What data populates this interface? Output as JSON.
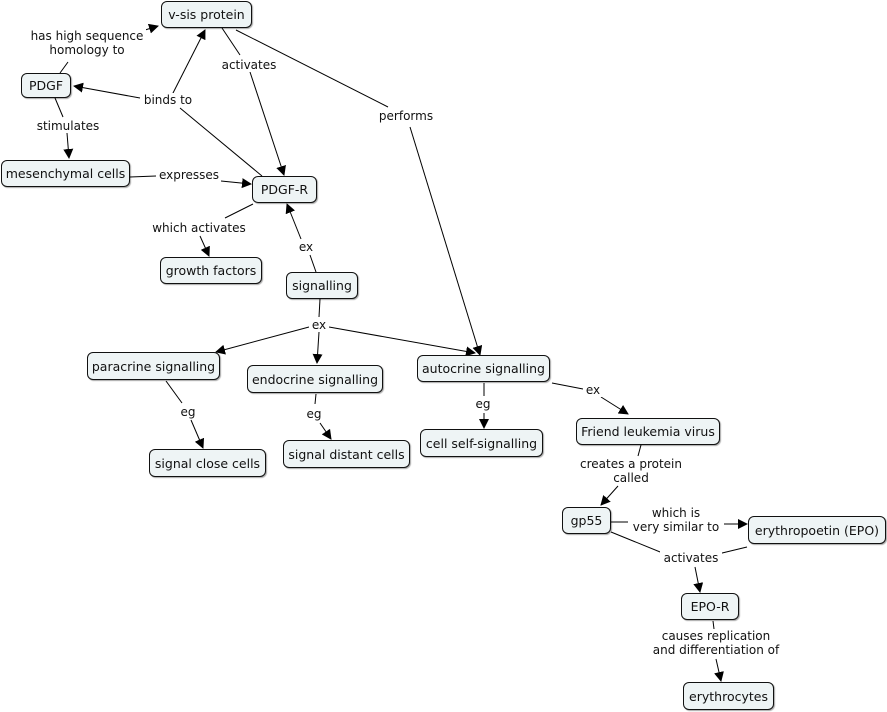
{
  "nodes": {
    "vsis": "v-sis protein",
    "pdgf": "PDGF",
    "mesenchymal": "mesenchymal cells",
    "pdgfr": "PDGF-R",
    "growth": "growth factors",
    "signalling": "signalling",
    "paracrine": "paracrine signalling",
    "endocrine": "endocrine signalling",
    "autocrine": "autocrine signalling",
    "close": "signal close cells",
    "distant": "signal distant cells",
    "self": "cell self-signalling",
    "friend": "Friend leukemia virus",
    "gp55": "gp55",
    "epo": "erythropoetin (EPO)",
    "epor": "EPO-R",
    "erythrocytes": "erythrocytes"
  },
  "links": {
    "homology": "has high sequence\nhomology to",
    "binds_to": "binds to",
    "activates_top": "activates",
    "performs": "performs",
    "stimulates": "stimulates",
    "expresses": "expresses",
    "which_activates": "which activates",
    "ex_pdgfr": "ex",
    "ex_signalling": "ex",
    "eg_paracrine": "eg",
    "eg_endocrine": "eg",
    "eg_autocrine": "eg",
    "ex_autocrine": "ex",
    "creates": "creates a protein\ncalled",
    "similar": "which is\nvery similar to",
    "activates_gp55": "activates",
    "causes": "causes replication\nand differentiation of"
  }
}
